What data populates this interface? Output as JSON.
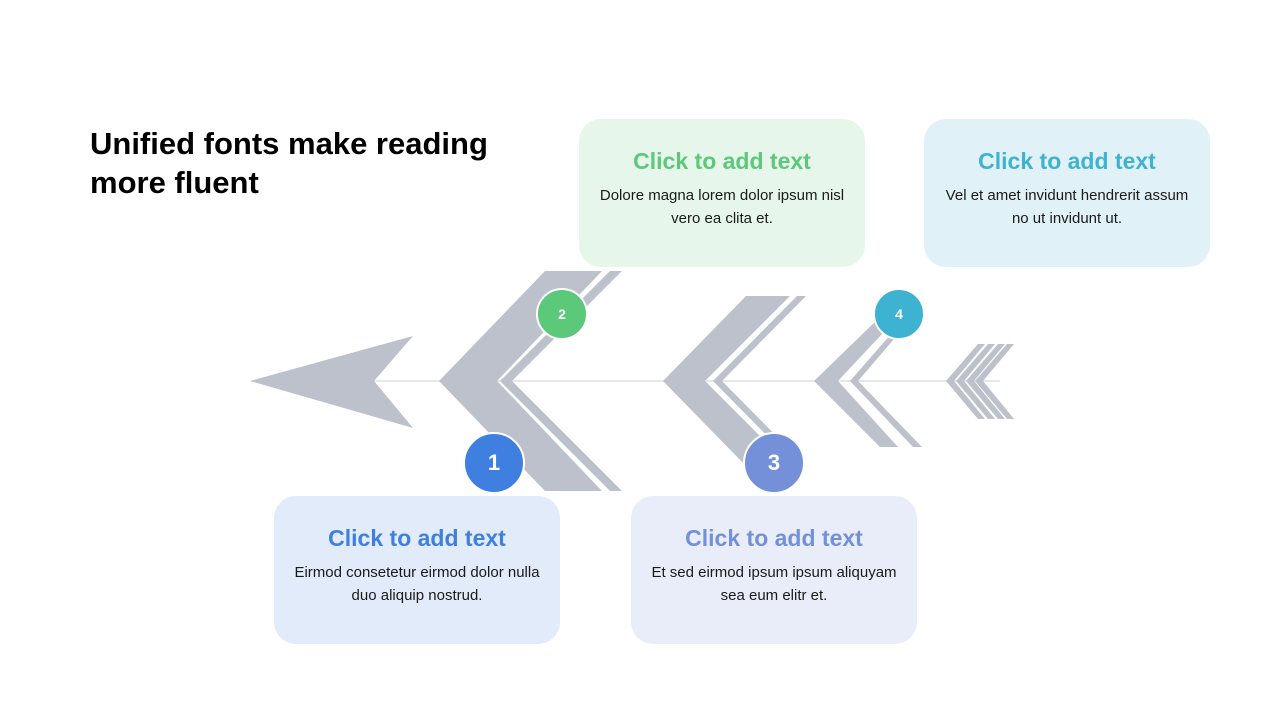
{
  "slide": {
    "title": "Unified fonts make reading more fluent"
  },
  "steps": [
    {
      "number": "1",
      "heading": "Click to add text",
      "body": "Eirmod consetetur eirmod dolor nulla duo aliquip nostrud.",
      "accent": "#3f7fe0",
      "card_bg": "#e1ebfa"
    },
    {
      "number": "2",
      "heading": "Click to add text",
      "body": "Dolore magna lorem dolor ipsum nisl vero ea clita et.",
      "accent": "#5cc879",
      "card_bg": "#e6f6eb"
    },
    {
      "number": "3",
      "heading": "Click to add text",
      "body": "Et sed eirmod ipsum ipsum aliquyam sea eum elitr et.",
      "accent": "#7490d8",
      "card_bg": "#e8edf9"
    },
    {
      "number": "4",
      "heading": "Click to add text",
      "body": "Vel et amet invidunt hendrerit assum no ut invidunt ut.",
      "accent": "#3eb3d1",
      "card_bg": "#e0f2f8"
    }
  ],
  "colors": {
    "bone": "#bcc1cb",
    "spine": "#e4e7ec",
    "background": "#ffffff"
  }
}
